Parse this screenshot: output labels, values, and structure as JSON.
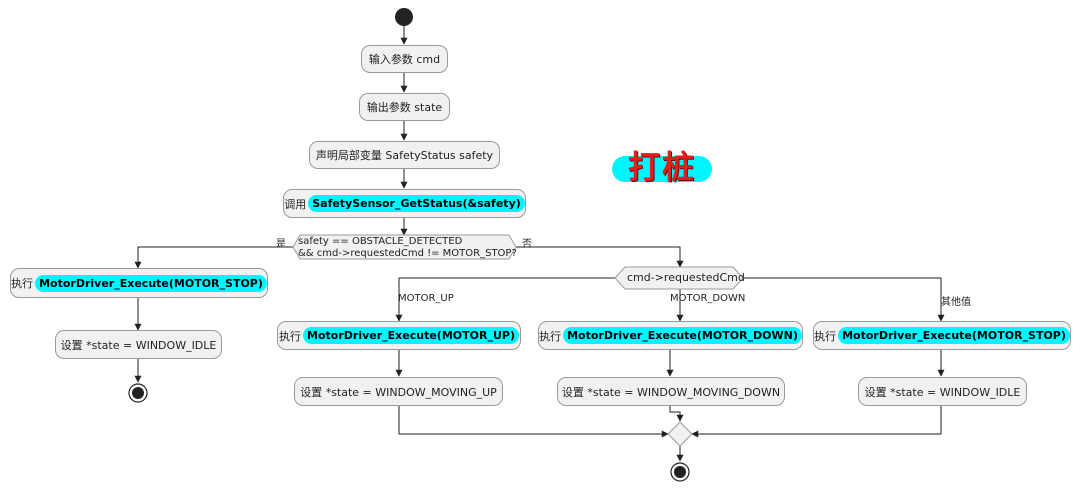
{
  "nodes": {
    "input_cmd": "输入参数 cmd",
    "output_state": "输出参数 state",
    "declare_safety": "声明局部变量 SafetyStatus safety",
    "call_prefix": "调用",
    "call_func": "SafetySensor_GetStatus(&safety)",
    "exec_prefix": "执行",
    "stop_func": "MotorDriver_Execute(MOTOR_STOP)",
    "set_idle": "设置 *state = WINDOW_IDLE",
    "up_func": "MotorDriver_Execute(MOTOR_UP)",
    "set_up": "设置 *state = WINDOW_MOVING_UP",
    "down_func": "MotorDriver_Execute(MOTOR_DOWN)",
    "set_down": "设置 *state = WINDOW_MOVING_DOWN",
    "other_stop_func": "MotorDriver_Execute(MOTOR_STOP)",
    "other_set_idle": "设置 *state = WINDOW_IDLE"
  },
  "decisions": {
    "safety_line1": "safety == OBSTACLE_DETECTED",
    "safety_line2": "&& cmd->requestedCmd != MOTOR_STOP?",
    "yes": "是",
    "no": "否",
    "switch": "cmd->requestedCmd",
    "case_up": "MOTOR_UP",
    "case_down": "MOTOR_DOWN",
    "case_other": "其他值"
  },
  "stamp": "打桩",
  "colors": {
    "highlight": "#00f5ff",
    "node_fill": "#f1f1f1",
    "node_border": "#9a9a9a",
    "stamp_text": "#e0201c"
  }
}
